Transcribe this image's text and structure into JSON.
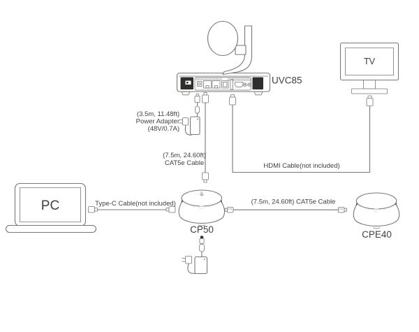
{
  "diagram": {
    "devices": {
      "uvc85": {
        "label": "UVC85"
      },
      "tv": {
        "label": "TV"
      },
      "pc": {
        "label": "PC"
      },
      "cp50": {
        "label": "CP50"
      },
      "cpe40": {
        "label": "CPE40"
      }
    },
    "labels": {
      "power_adapter_line1": "(3.5m, 11.48ft)",
      "power_adapter_line2": "Power Adapter",
      "power_adapter_line3": "(48V/0.7A)",
      "cat5e_vertical_line1": "(7.5m, 24.60ft)",
      "cat5e_vertical_line2": "CAT5e Cable",
      "hdmi_cable": "HDMI Cable(not included)",
      "type_c_cable": "Type-C Cable(not included)",
      "cat5e_horizontal": "(7.5m, 24.60ft) CAT5e Cable"
    },
    "colors": {
      "line": "#77787b",
      "dark_fill": "#2f2e2d",
      "text": "#414042",
      "background": "#ffffff"
    }
  }
}
